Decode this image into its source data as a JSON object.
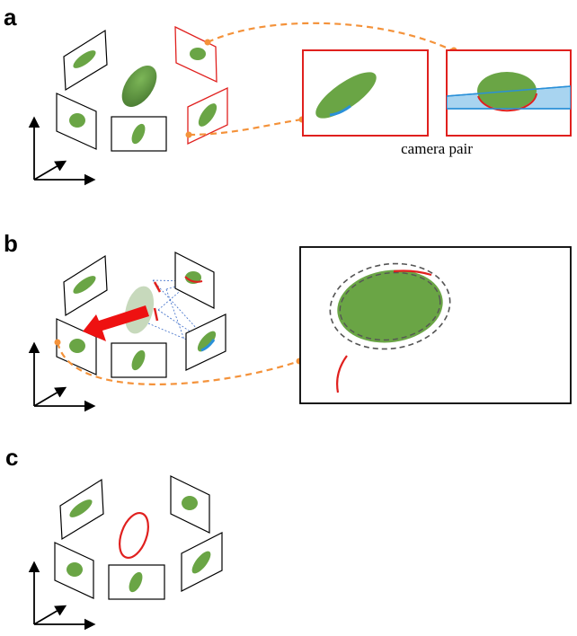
{
  "panels": [
    {
      "letter": "a"
    },
    {
      "letter": "b"
    },
    {
      "letter": "c"
    }
  ],
  "panel_a": {
    "caption": "camera pair"
  },
  "colors": {
    "object_green": "#6aa545",
    "frame_black": "#000000",
    "frame_red": "#e0201e",
    "connector_orange": "#f4923a",
    "overlap_blue": "#2a90d8",
    "overlap_fill": "#a8d4f0",
    "dashed_gray": "#555555",
    "arrow_red": "#ee1111"
  }
}
